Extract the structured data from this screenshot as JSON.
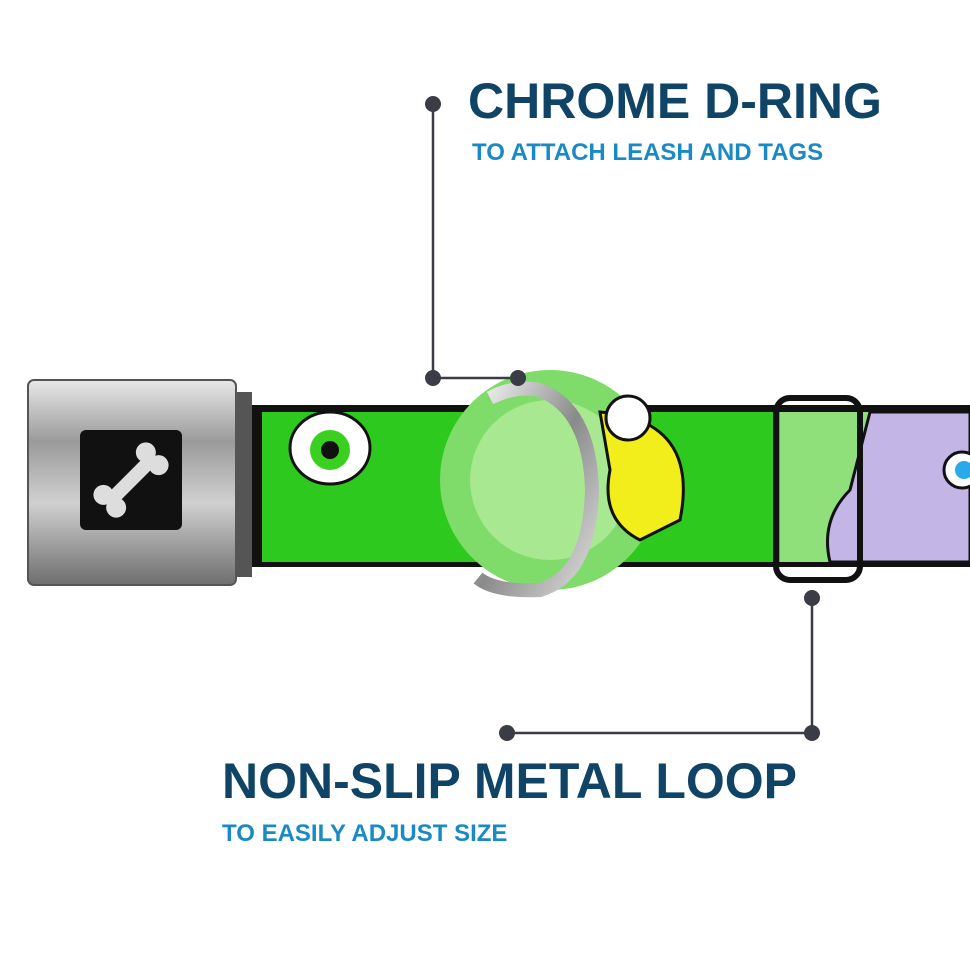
{
  "callouts": [
    {
      "title": "CHROME D-RING",
      "subtitle": "TO ATTACH LEASH AND TAGS"
    },
    {
      "title": "NON-SLIP METAL LOOP",
      "subtitle": "TO EASILY ADJUST SIZE"
    }
  ],
  "colors": {
    "title": "#0f4466",
    "subtitle": "#1a8ac4",
    "line": "#3a3d45",
    "collar_green": "#2ec91e"
  }
}
